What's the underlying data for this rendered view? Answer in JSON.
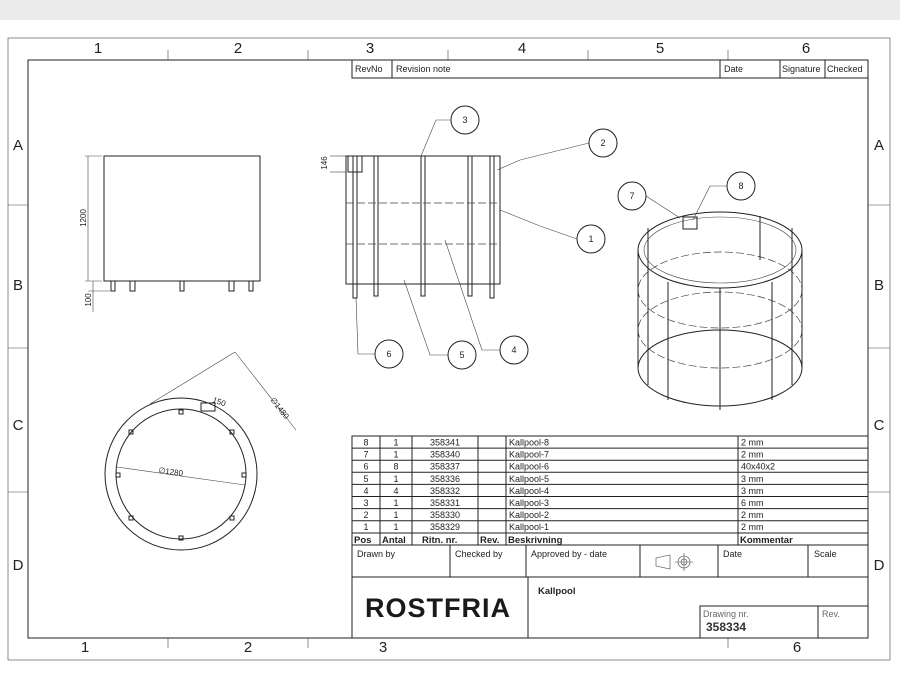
{
  "sheet": {
    "columns_top": [
      "1",
      "2",
      "3",
      "4",
      "5",
      "6"
    ],
    "columns_bottom": [
      "1",
      "2",
      "3",
      "6"
    ],
    "rows": [
      "A",
      "B",
      "C",
      "D"
    ]
  },
  "revision_header": {
    "rev_no": "RevNo",
    "note": "Revision note",
    "date": "Date",
    "signature": "Signature",
    "checked": "Checked"
  },
  "parts_list": {
    "headers": {
      "pos": "Pos",
      "antal": "Antal",
      "ritn": "Ritn. nr.",
      "rev": "Rev.",
      "beskrivning": "Beskrivning",
      "kommentar": "Kommentar"
    },
    "rows": [
      {
        "pos": "8",
        "antal": "1",
        "ritn": "358341",
        "rev": "",
        "beskrivning": "Kallpool-8",
        "kommentar": "2 mm"
      },
      {
        "pos": "7",
        "antal": "1",
        "ritn": "358340",
        "rev": "",
        "beskrivning": "Kallpool-7",
        "kommentar": "2 mm"
      },
      {
        "pos": "6",
        "antal": "8",
        "ritn": "358337",
        "rev": "",
        "beskrivning": "Kallpool-6",
        "kommentar": "40x40x2"
      },
      {
        "pos": "5",
        "antal": "1",
        "ritn": "358336",
        "rev": "",
        "beskrivning": "Kallpool-5",
        "kommentar": "3 mm"
      },
      {
        "pos": "4",
        "antal": "4",
        "ritn": "358332",
        "rev": "",
        "beskrivning": "Kallpool-4",
        "kommentar": "3 mm"
      },
      {
        "pos": "3",
        "antal": "1",
        "ritn": "358331",
        "rev": "",
        "beskrivning": "Kallpool-3",
        "kommentar": "6 mm"
      },
      {
        "pos": "2",
        "antal": "1",
        "ritn": "358330",
        "rev": "",
        "beskrivning": "Kallpool-2",
        "kommentar": "2 mm"
      },
      {
        "pos": "1",
        "antal": "1",
        "ritn": "358329",
        "rev": "",
        "beskrivning": "Kallpool-1",
        "kommentar": "2 mm"
      }
    ]
  },
  "title_block": {
    "drawn_by": "Drawn by",
    "checked_by": "Checked by",
    "approved_by": "Approved by - date",
    "date": "Date",
    "scale": "Scale",
    "logo": "ROSTFRIA",
    "title": "Kallpool",
    "drawing_nr_label": "Drawing nr.",
    "drawing_nr": "358334",
    "rev_label": "Rev."
  },
  "dimensions": {
    "height": "1200",
    "leg": "100",
    "top_offset": "146",
    "width_150": "150",
    "outer_dia": "∅1480",
    "inner_dia": "∅1280"
  },
  "balloons": [
    "1",
    "2",
    "3",
    "4",
    "5",
    "6",
    "7",
    "8"
  ]
}
